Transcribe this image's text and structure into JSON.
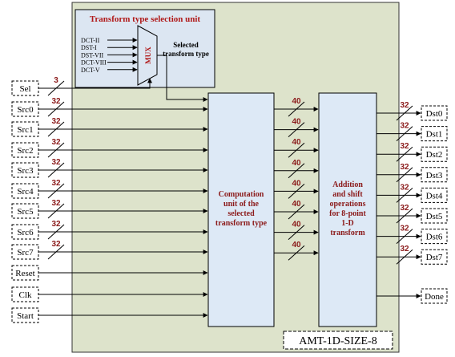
{
  "selection_unit": {
    "title": "Transform type selection unit",
    "mux_label": "MUX",
    "mux_inputs": [
      "DCT-II",
      "DST-I",
      "DST-VII",
      "DCT-VIII",
      "DCT-V"
    ],
    "output_label_line1": "Selected",
    "output_label_line2": "transform type"
  },
  "inputs": [
    {
      "label": "Sel",
      "width": "3"
    },
    {
      "label": "Src0",
      "width": "32"
    },
    {
      "label": "Src1",
      "width": "32"
    },
    {
      "label": "Src2",
      "width": "32"
    },
    {
      "label": "Src3",
      "width": "32"
    },
    {
      "label": "Src4",
      "width": "32"
    },
    {
      "label": "Src5",
      "width": "32"
    },
    {
      "label": "Src6",
      "width": "32"
    },
    {
      "label": "Src7",
      "width": "32"
    },
    {
      "label": "Reset",
      "width": ""
    },
    {
      "label": "Clk",
      "width": ""
    },
    {
      "label": "Start",
      "width": ""
    }
  ],
  "computation_unit": {
    "lines": [
      "Computation",
      "unit of the",
      "selected",
      "transform type"
    ]
  },
  "intermediate_width": "40",
  "addition_unit": {
    "lines": [
      "Addition",
      "and shift",
      "operations",
      "for 8-point",
      "1-D",
      "transform"
    ]
  },
  "outputs": [
    {
      "label": "Dst0",
      "width": "32"
    },
    {
      "label": "Dst1",
      "width": "32"
    },
    {
      "label": "Dst2",
      "width": "32"
    },
    {
      "label": "Dst3",
      "width": "32"
    },
    {
      "label": "Dst4",
      "width": "32"
    },
    {
      "label": "Dst5",
      "width": "32"
    },
    {
      "label": "Dst6",
      "width": "32"
    },
    {
      "label": "Dst7",
      "width": "32"
    },
    {
      "label": "Done",
      "width": ""
    }
  ],
  "module_name": "AMT-1D-SIZE-8",
  "colors": {
    "module_bg": "#dde3cb",
    "selection_bg": "#dce6f2",
    "block_bg": "#dde9f6",
    "width_label": "#8b1a1a"
  }
}
